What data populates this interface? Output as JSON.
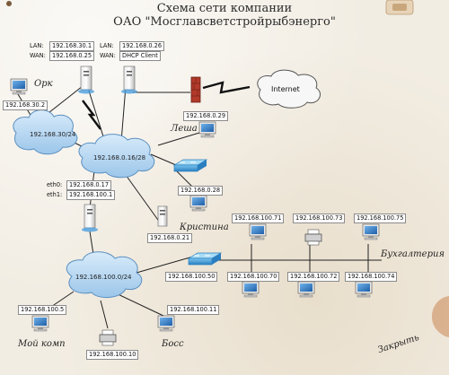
{
  "title": {
    "line1": "Схема сети компании",
    "line2": "ОАО \"Мосглавсветстройрыбэнерго\""
  },
  "gateway1": {
    "lan_label": "LAN:",
    "lan_value": "192.168.30.1",
    "wan_label": "WAN:",
    "wan_value": "192.168.0.25"
  },
  "gateway2": {
    "lan_label": "LAN:",
    "lan_value": "192.168.0.26",
    "wan_label": "WAN:",
    "wan_value": "DHCP Client"
  },
  "internet": {
    "label": "Internet"
  },
  "clouds": {
    "net30": "192.168.30/24",
    "net0": "192.168.0.16/28",
    "net100": "192.168.100.0/24"
  },
  "hosts": {
    "ork_ip": "192.168.30.2",
    "ork_name": "Орк",
    "lesha_ip": "192.168.0.29",
    "lesha_name": "Леша",
    "host028_ip": "192.168.0.28",
    "kristina_ip": "192.168.0.21",
    "kristina_name": "Кристина",
    "router_eth0_label": "eth0:",
    "router_eth0": "192.168.0.17",
    "router_eth1_label": "eth1:",
    "router_eth1": "192.168.100.1",
    "switch2_ip": "192.168.100.50",
    "acc71": "192.168.100.71",
    "acc73": "192.168.100.73",
    "acc75": "192.168.100.75",
    "acc70": "192.168.100.70",
    "acc72": "192.168.100.72",
    "acc74": "192.168.100.74",
    "accounting_name": "Бухгалтерия",
    "my_ip": "192.168.100.5",
    "my_name": "Мой комп",
    "printer_ip": "192.168.100.10",
    "boss_ip": "192.168.100.11",
    "boss_name": "Босс"
  },
  "close_label": "Закрыть",
  "colors": {
    "cloud_fill": "#b9d8f2",
    "cloud_stroke": "#5a8fc0",
    "firewall": "#b23a2a",
    "switch": "#3a9ed8",
    "line": "#222222"
  }
}
